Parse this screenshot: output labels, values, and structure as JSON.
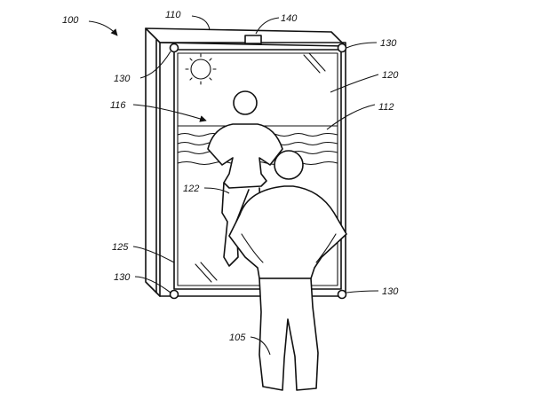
{
  "labels": {
    "fig": "100",
    "housing_top": "110",
    "sensor": "140",
    "corner_top_left": "130",
    "corner_top_right": "130",
    "corner_bottom_left": "130",
    "corner_bottom_right": "130",
    "display": "120",
    "background_image": "112",
    "virtual_image": "116",
    "reflection": "122",
    "frame_side": "125",
    "user": "105"
  }
}
